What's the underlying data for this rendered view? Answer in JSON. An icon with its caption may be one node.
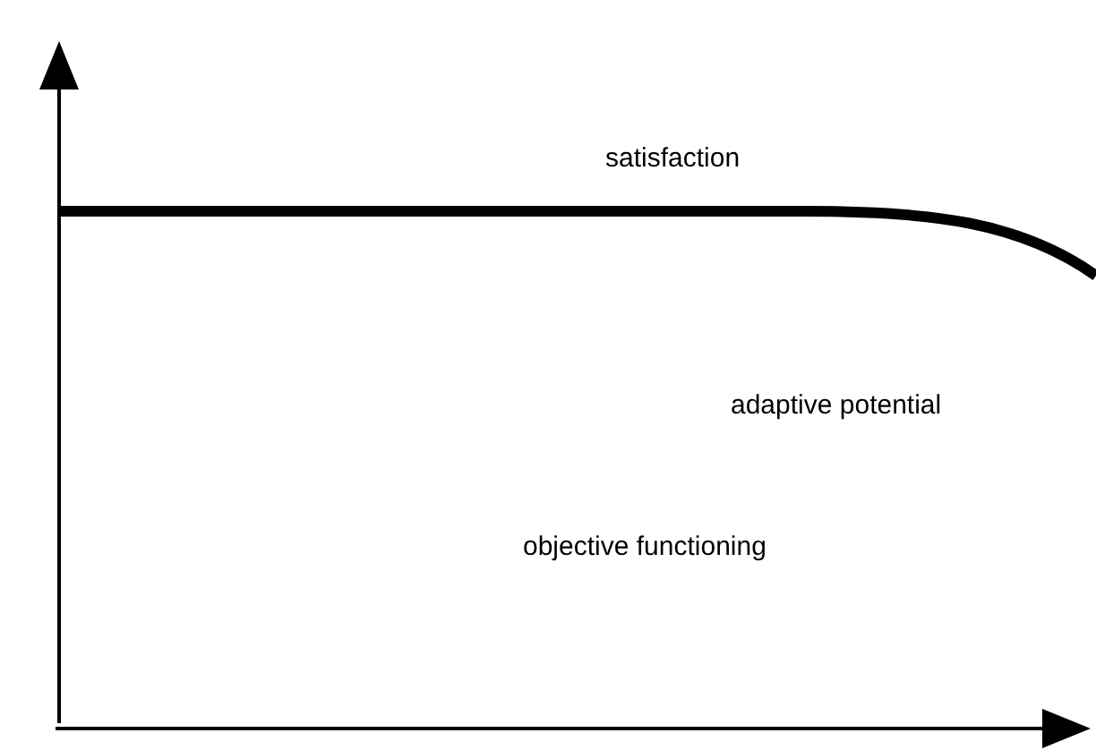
{
  "diagram": {
    "labels": [
      "satisfaction",
      "adaptive potential",
      "objective functioning"
    ]
  }
}
